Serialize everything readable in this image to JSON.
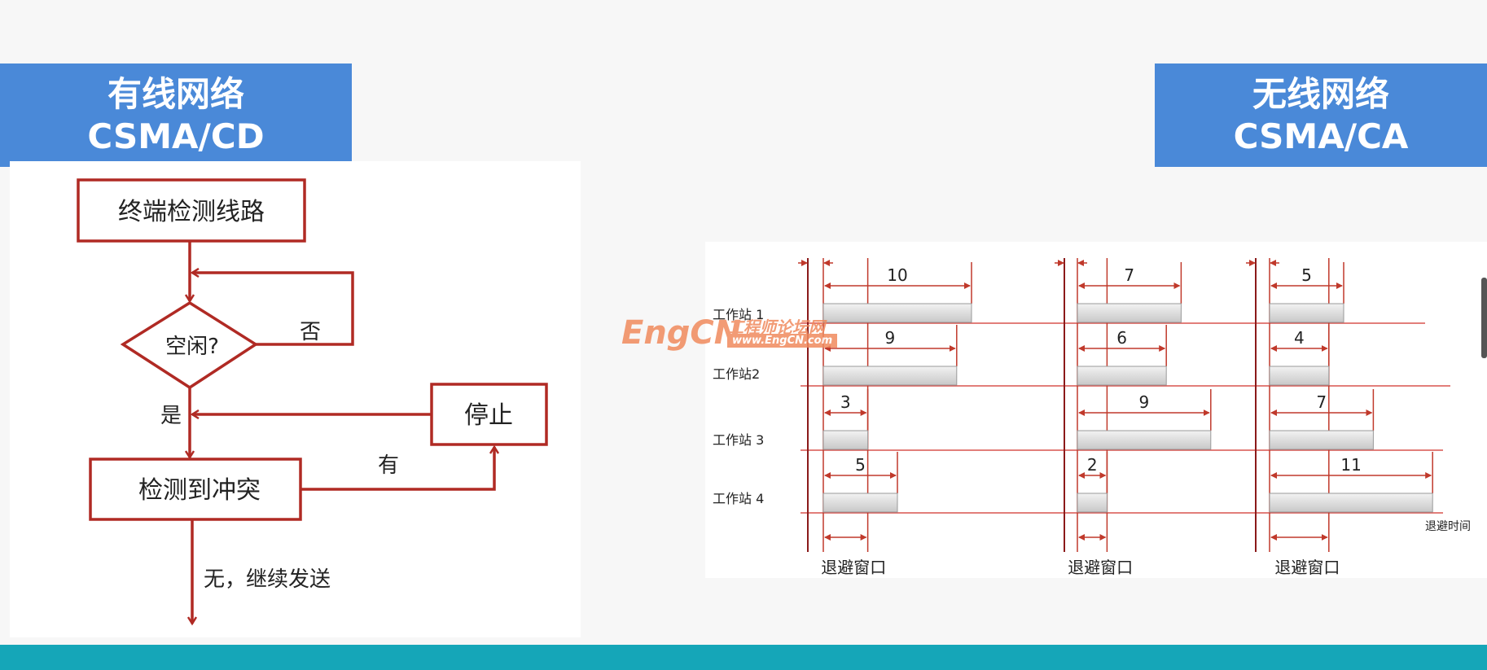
{
  "left_title": {
    "line1": "有线网络",
    "line2": "CSMA/CD"
  },
  "right_title": {
    "line1": "无线网络",
    "line2": "CSMA/CA"
  },
  "flowchart": {
    "start": "终端检测线路",
    "decision": "空闲?",
    "no_label": "否",
    "yes_label": "是",
    "stop": "停止",
    "detect": "检测到冲突",
    "has_label": "有",
    "none_label": "无，继续发送"
  },
  "colors": {
    "title_bg": "#4a89d8",
    "line": "#b02a24",
    "bottom_bar": "#15a6b8",
    "watermark": "#f08a5d"
  },
  "timing": {
    "stations": [
      "工作站 1",
      "工作站2",
      "工作站 3",
      "工作站 4"
    ],
    "window_label": "退避窗口",
    "time_label": "退避时间",
    "groups": [
      {
        "window": 3,
        "values": [
          10,
          9,
          3,
          5
        ]
      },
      {
        "window": 2,
        "values": [
          7,
          6,
          9,
          2
        ]
      },
      {
        "window": 4,
        "values": [
          5,
          4,
          7,
          11
        ]
      }
    ]
  },
  "watermark": {
    "brand": "EngCN",
    "site_name": "工程师论坛网",
    "url": "www.EngCN.com"
  }
}
